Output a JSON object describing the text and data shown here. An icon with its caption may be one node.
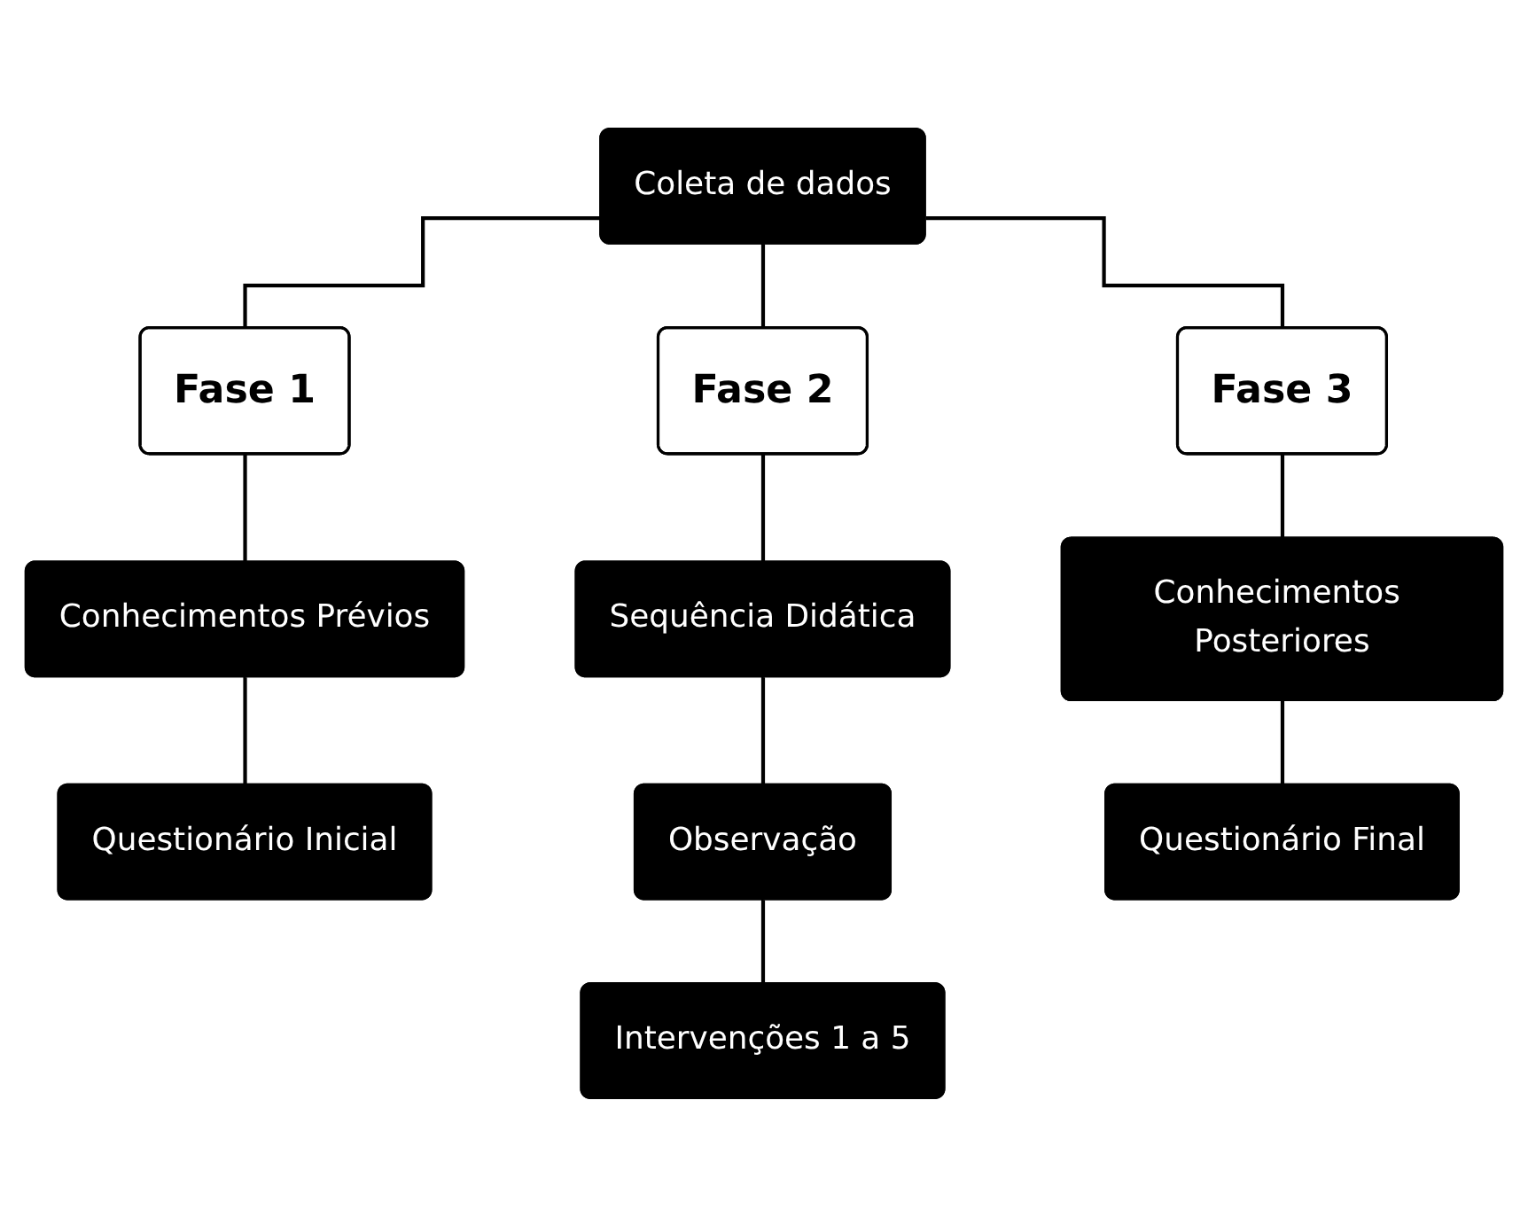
{
  "diagram": {
    "nodes": [
      {
        "text": [
          "Coleta de dados"
        ]
      },
      {
        "text": [
          "Fase 1"
        ]
      },
      {
        "text": [
          "Fase 2"
        ]
      },
      {
        "text": [
          "Fase 3"
        ]
      },
      {
        "text": [
          "Conhecimentos Prévios"
        ]
      },
      {
        "text": [
          "Sequência Didática"
        ]
      },
      {
        "text": [
          "Conhecimentos Posteriores"
        ]
      },
      {
        "text": [
          "Questionário Inicial"
        ]
      },
      {
        "text": [
          "Observação"
        ]
      },
      {
        "text": [
          "Questionário Final"
        ]
      },
      {
        "text": [
          "Intervenções 1 a 5"
        ]
      }
    ],
    "edges": [
      {
        "from": 0,
        "to": 1,
        "arrow": "none"
      },
      {
        "from": 0,
        "to": 2,
        "arrow": "none"
      },
      {
        "from": 0,
        "to": 3,
        "arrow": "none"
      },
      {
        "from": 1,
        "to": 4,
        "arrow": "none"
      },
      {
        "from": 2,
        "to": 5,
        "arrow": "none"
      },
      {
        "from": 3,
        "to": 6,
        "arrow": "none"
      },
      {
        "from": 4,
        "to": 7,
        "arrow": "none"
      },
      {
        "from": 5,
        "to": 8,
        "arrow": "none"
      },
      {
        "from": 6,
        "to": 9,
        "arrow": "none"
      },
      {
        "from": 8,
        "to": 10,
        "arrow": "none"
      }
    ]
  }
}
